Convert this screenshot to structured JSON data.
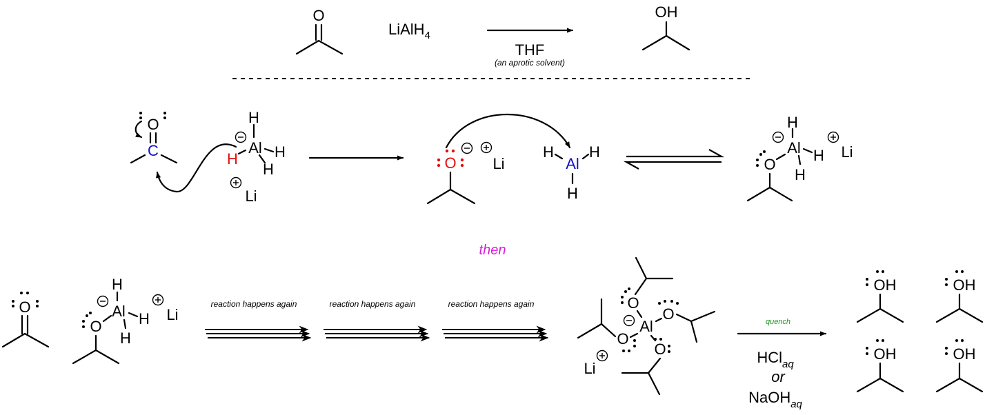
{
  "colors": {
    "carbon_highlight": "#1010c8",
    "hydride_highlight": "#e01010",
    "aluminum_highlight": "#1010c8",
    "then_label": "#d61cd6",
    "quench_label": "#1a9a1a"
  },
  "overview": {
    "reagent": "LiAlH",
    "reagent_sub": "4",
    "solvent": "THF",
    "solvent_note": "(an aprotic solvent)",
    "reactant_atom": "O",
    "product_atom": "OH"
  },
  "mechanism": {
    "carbonyl_O": "O",
    "carbonyl_C": "C",
    "aluminate_Al": "Al",
    "aluminate_H": "H",
    "transferred_H": "H",
    "lithium": "Li",
    "alkoxide_O": "O",
    "alane_Al": "Al",
    "complex_Al": "Al"
  },
  "then_label": "then",
  "repeat_steps": [
    "reaction happens again",
    "reaction happens again",
    "reaction happens again"
  ],
  "tetraalkoxy": {
    "Al": "Al",
    "O": "O",
    "Li": "Li"
  },
  "quench": {
    "label": "quench",
    "acid": "HCl",
    "acid_sub": "aq",
    "or": "or",
    "base": "NaOH",
    "base_sub": "aq"
  },
  "products": [
    "OH",
    "OH",
    "OH",
    "OH"
  ]
}
